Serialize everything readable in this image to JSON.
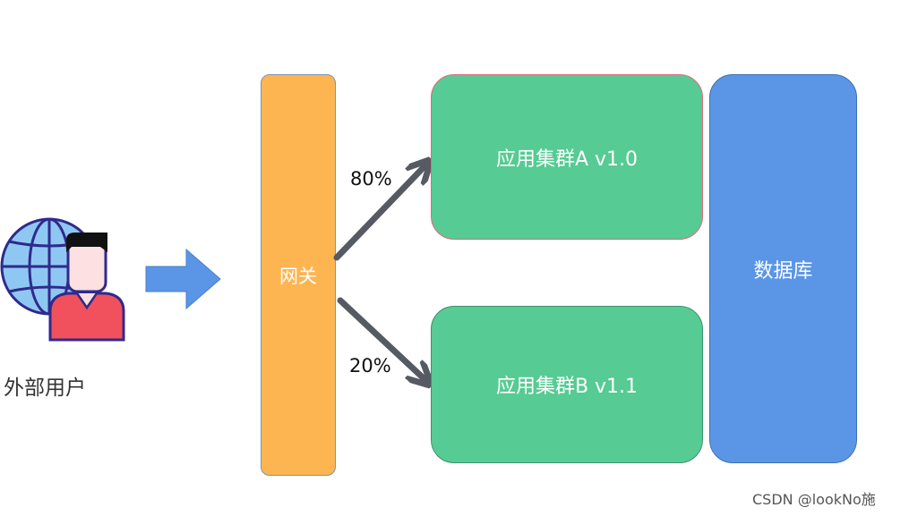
{
  "user": {
    "label": "外部用户",
    "icon": "user-globe-icon"
  },
  "gateway": {
    "label": "网关"
  },
  "routes": [
    {
      "percent": "80%"
    },
    {
      "percent": "20%"
    }
  ],
  "clusters": [
    {
      "label": "应用集群A v1.0"
    },
    {
      "label": "应用集群B v1.1"
    }
  ],
  "database": {
    "label": "数据库"
  },
  "watermark": "CSDN @lookNo施",
  "colors": {
    "gateway": "#fdb552",
    "cluster": "#56cb93",
    "database": "#5b96e6",
    "arrow": "#555a63",
    "flow_arrow": "#5b96e6",
    "globe": "#8ec8f2",
    "shirt": "#f0515d"
  }
}
